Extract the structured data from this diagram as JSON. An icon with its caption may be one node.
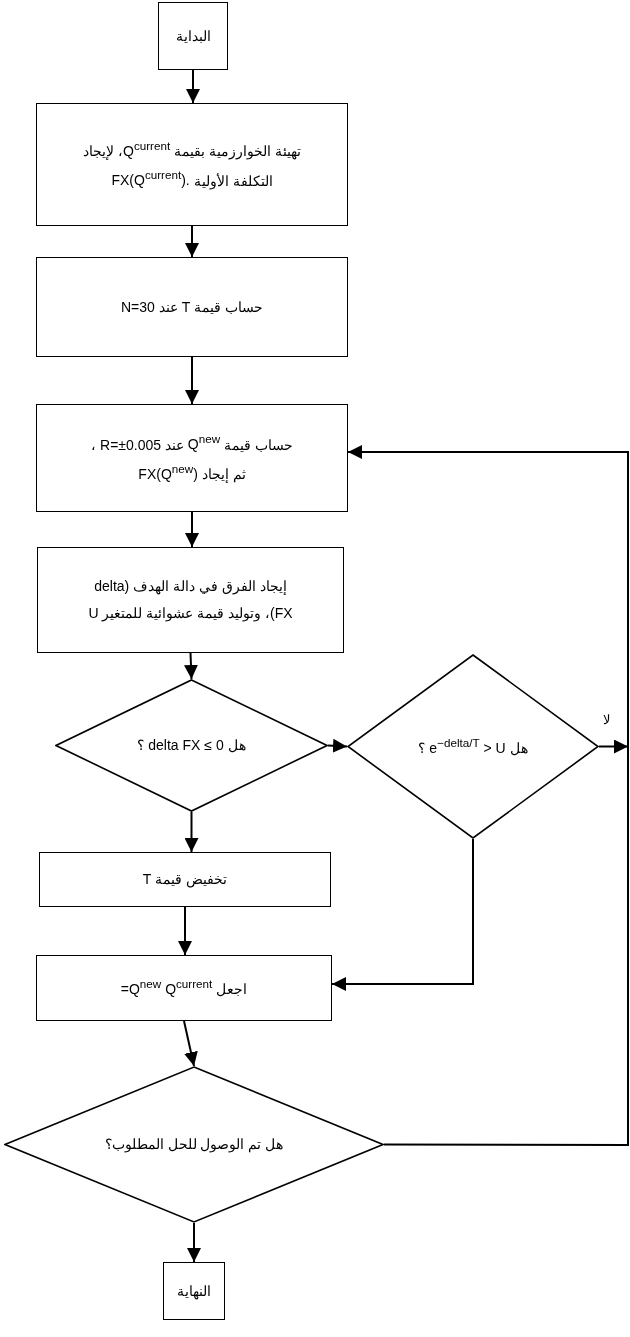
{
  "diagram": {
    "nodes": [
      {
        "text": [
          "البداية"
        ]
      },
      {
        "text": [
          "تهيئة الخوارزمية بقيمة Q$^{current}$، لإيجاد التكلفة الأولية FX(Q$^{current}$)."
        ]
      },
      {
        "text": [
          "حساب قيمة T عند N=30"
        ]
      },
      {
        "text": [
          "حساب قيمة Q$^{new}$ عند R=±0.005 ، ثم إيجاد FX(Q$^{new}$)"
        ]
      },
      {
        "text": [
          "إيجاد الفرق في دالة الهدف (delta FX)، وتوليد قيمة عشوائية للمتغير U"
        ]
      },
      {
        "text": [
          "هل delta FX ≤ 0 ؟"
        ]
      },
      {
        "text": [
          "هل U < e$^{−delta/T}$ ؟"
        ]
      },
      {
        "text": [
          "تخفيض قيمة T"
        ]
      },
      {
        "text": [
          "اجعل Q$^{current}$ =Q$^{new}$"
        ]
      },
      {
        "text": [
          "هل تم الوصول للحل المطلوب؟"
        ]
      },
      {
        "text": [
          "النهاية"
        ]
      }
    ],
    "edges": [
      {
        "from": 0,
        "to": 1,
        "arrow": "to"
      },
      {
        "from": 1,
        "to": 2,
        "arrow": "to"
      },
      {
        "from": 2,
        "to": 3,
        "arrow": "to"
      },
      {
        "from": 3,
        "to": 4,
        "arrow": "to"
      },
      {
        "from": 4,
        "to": 5,
        "arrow": "to"
      },
      {
        "from": 5,
        "to": 6,
        "arrow": "to"
      },
      {
        "from": 6,
        "to": null,
        "arrow": "to",
        "label": "لا"
      },
      {
        "from": 5,
        "to": 7,
        "arrow": "to"
      },
      {
        "from": 6,
        "to": 8,
        "arrow": "to"
      },
      {
        "from": 7,
        "to": 8,
        "arrow": "to"
      },
      {
        "from": 8,
        "to": 9,
        "arrow": "to"
      },
      {
        "from": 9,
        "to": 3,
        "arrow": "to"
      },
      {
        "from": 9,
        "to": 10,
        "arrow": "to"
      }
    ]
  }
}
